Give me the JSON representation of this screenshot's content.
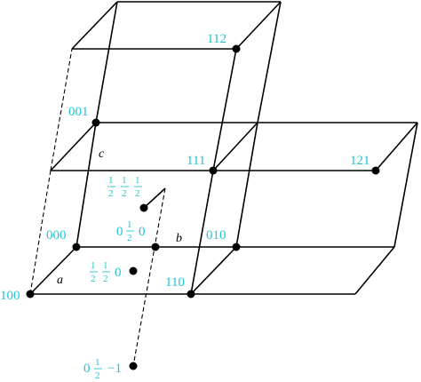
{
  "labels": {
    "n100": "100",
    "n000": "000",
    "n001": "001",
    "n112": "112",
    "n111": "111",
    "n121": "121",
    "n010": "010",
    "n110": "110"
  },
  "frac_labels": {
    "half_half_half": {
      "numerator": "1",
      "denominator": "2"
    },
    "zero_half_zero": {
      "lead": "0",
      "numerator": "1",
      "denominator": "2",
      "tail": "0"
    },
    "half_half_zero": {
      "numerator": "1",
      "denominator": "2",
      "tail": "0"
    },
    "zero_half_minus_one": {
      "lead": "0",
      "numerator": "1",
      "denominator": "2",
      "tail": "−1"
    }
  },
  "axes": {
    "a": "a",
    "b": "b",
    "c": "c"
  },
  "colors": {
    "label": "#1fc6d6",
    "line": "#000000",
    "background": "#ffffff"
  }
}
